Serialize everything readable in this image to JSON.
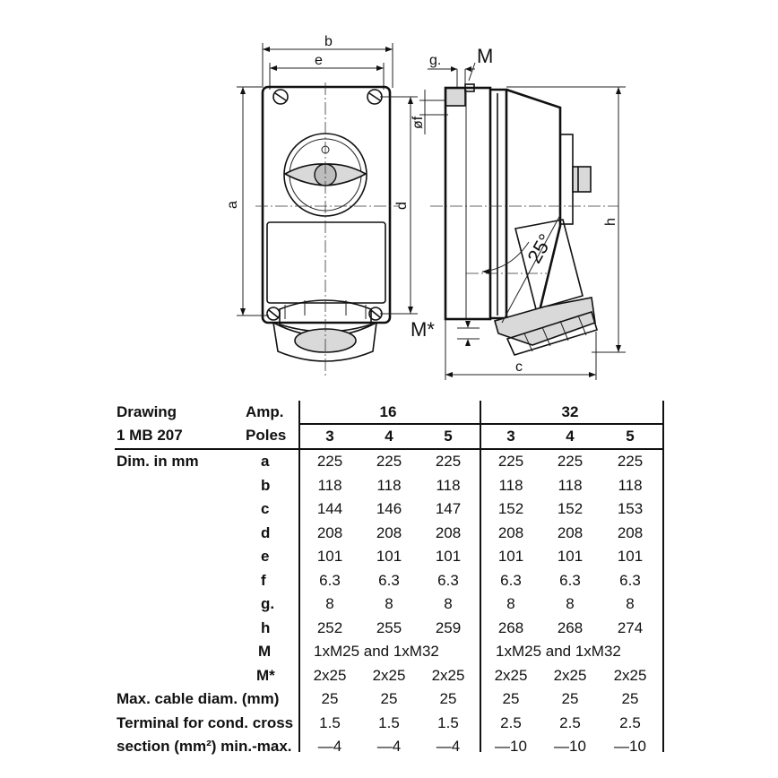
{
  "drawing_labels": {
    "b": "b",
    "e": "e",
    "a": "a",
    "d_front": "d",
    "g": "g.",
    "M": "M",
    "f": "øf",
    "d_side": "d",
    "angle": "25°",
    "h": "h",
    "M_star": "M*",
    "c": "c"
  },
  "table": {
    "title_line1": "Drawing",
    "title_line2": "1 MB 207",
    "amp_label": "Amp.",
    "poles_label": "Poles",
    "dim_label": "Dim. in mm",
    "amp_groups": [
      "16",
      "32"
    ],
    "poles": [
      "3",
      "4",
      "5",
      "3",
      "4",
      "5"
    ],
    "rows": [
      {
        "key": "a",
        "values": [
          "225",
          "225",
          "225",
          "225",
          "225",
          "225"
        ]
      },
      {
        "key": "b",
        "values": [
          "118",
          "118",
          "118",
          "118",
          "118",
          "118"
        ]
      },
      {
        "key": "c",
        "values": [
          "144",
          "146",
          "147",
          "152",
          "152",
          "153"
        ]
      },
      {
        "key": "d",
        "values": [
          "208",
          "208",
          "208",
          "208",
          "208",
          "208"
        ]
      },
      {
        "key": "e",
        "values": [
          "101",
          "101",
          "101",
          "101",
          "101",
          "101"
        ]
      },
      {
        "key": "f",
        "values": [
          "6.3",
          "6.3",
          "6.3",
          "6.3",
          "6.3",
          "6.3"
        ]
      },
      {
        "key": "g.",
        "values": [
          "8",
          "8",
          "8",
          "8",
          "8",
          "8"
        ]
      },
      {
        "key": "h",
        "values": [
          "252",
          "255",
          "259",
          "268",
          "268",
          "274"
        ]
      }
    ],
    "M_row": {
      "key": "M",
      "group_values": [
        "1xM25 and 1xM32",
        "1xM25 and 1xM32"
      ]
    },
    "Mstar_row": {
      "key": "M*",
      "values": [
        "2x25",
        "2x25",
        "2x25",
        "2x25",
        "2x25",
        "2x25"
      ]
    },
    "cable_row": {
      "label": "Max. cable diam. (mm)",
      "values": [
        "25",
        "25",
        "25",
        "25",
        "25",
        "25"
      ]
    },
    "terminal_row1": {
      "label": "Terminal for cond. cross",
      "values": [
        "1.5",
        "1.5",
        "1.5",
        "2.5",
        "2.5",
        "2.5"
      ]
    },
    "terminal_row2": {
      "label": "section (mm²) min.-max.",
      "values": [
        "—4",
        "—4",
        "—4",
        "—10",
        "—10",
        "—10"
      ]
    }
  }
}
